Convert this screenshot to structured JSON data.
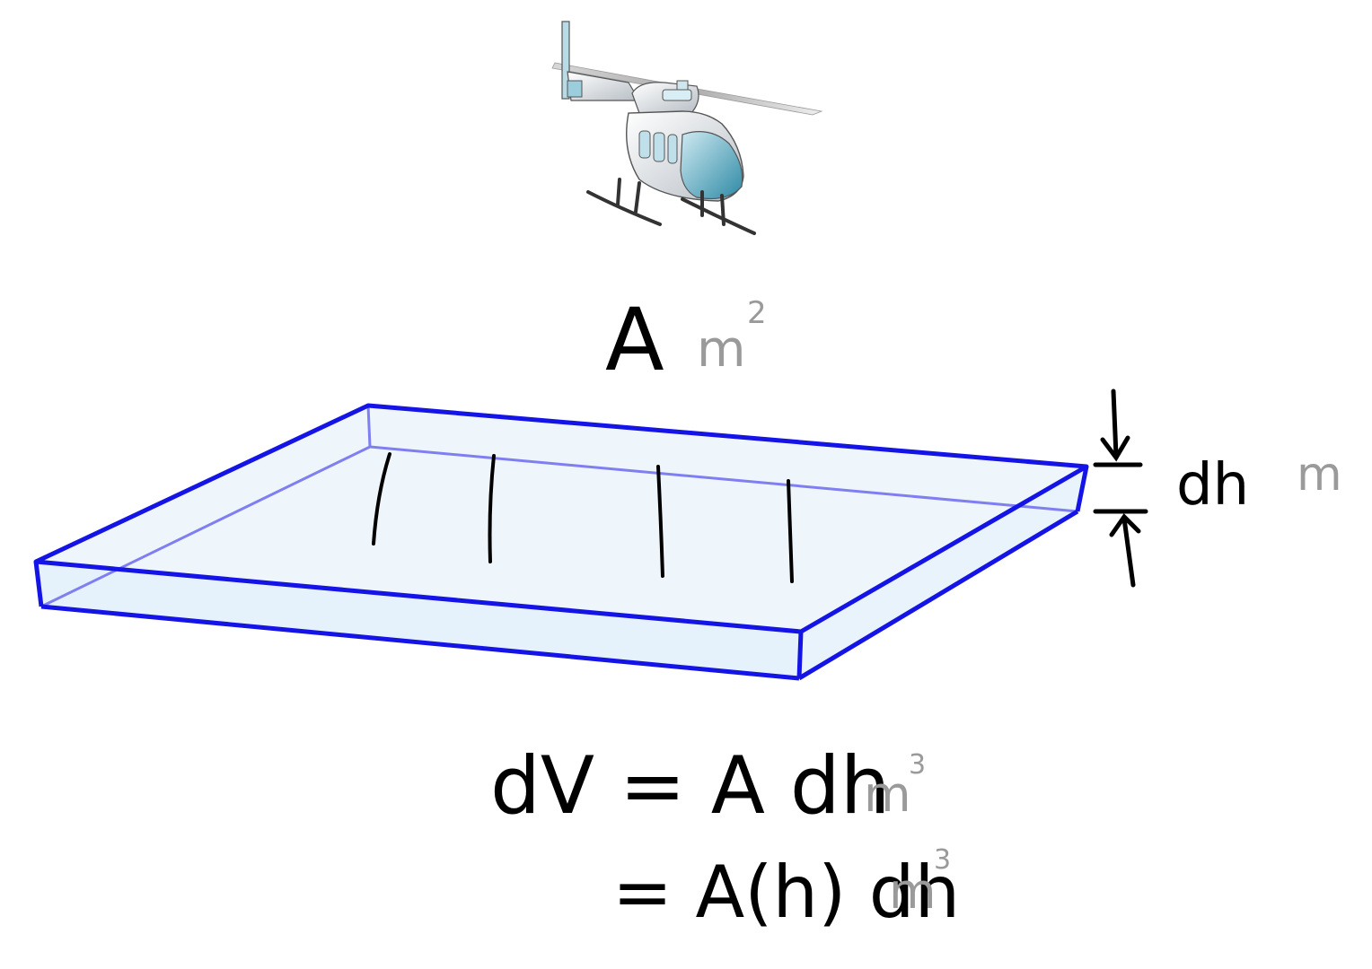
{
  "area_label": {
    "symbol": "A",
    "unit_base": "m",
    "unit_exp": "2"
  },
  "thickness_label": {
    "symbol": "dh",
    "unit": "m"
  },
  "equation_line1": {
    "text": "dV = A dh",
    "unit_base": "m",
    "unit_exp": "3"
  },
  "equation_line2": {
    "text": "= A(h) dh",
    "unit_base": "m",
    "unit_exp": "3"
  },
  "colors": {
    "slab_edge": "#1414e6",
    "slab_fill": "#eef6fc",
    "slab_inner_edge": "#7f7ff2",
    "ink": "#000000",
    "unit_gray": "#9a9a9a",
    "helicopter_body": "#e2e6ea",
    "helicopter_glass": "#4fa6bd"
  },
  "icons": [
    "helicopter-icon",
    "arrow-down-icon",
    "arrow-up-icon"
  ]
}
